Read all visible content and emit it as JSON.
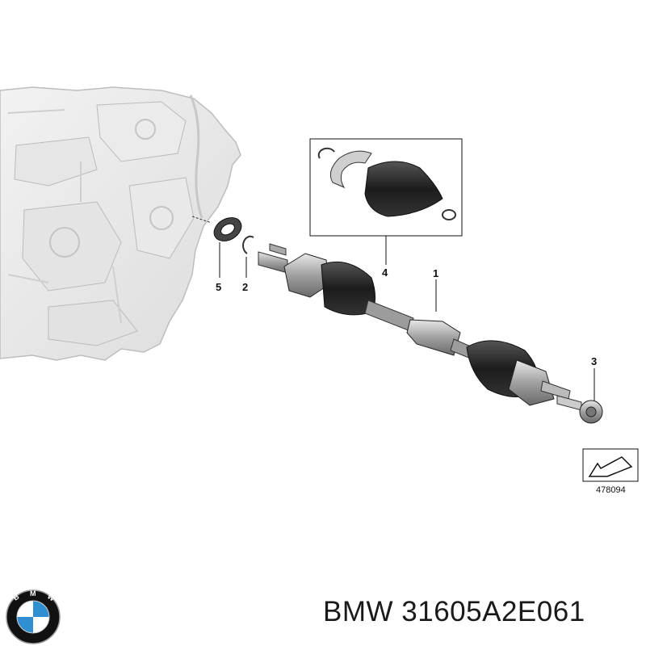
{
  "callouts": {
    "c1": "1",
    "c2": "2",
    "c3": "3",
    "c4": "4",
    "c5": "5"
  },
  "reference_number": "478094",
  "footer": {
    "brand": "BMW",
    "part_number": "31605A2E061"
  },
  "logo": {
    "letters": "BMW",
    "colors": {
      "blue": "#2f8fd1",
      "white": "#ffffff",
      "black": "#111111"
    }
  },
  "icons": [
    "bmw-logo-icon",
    "arrow-reference-icon"
  ]
}
